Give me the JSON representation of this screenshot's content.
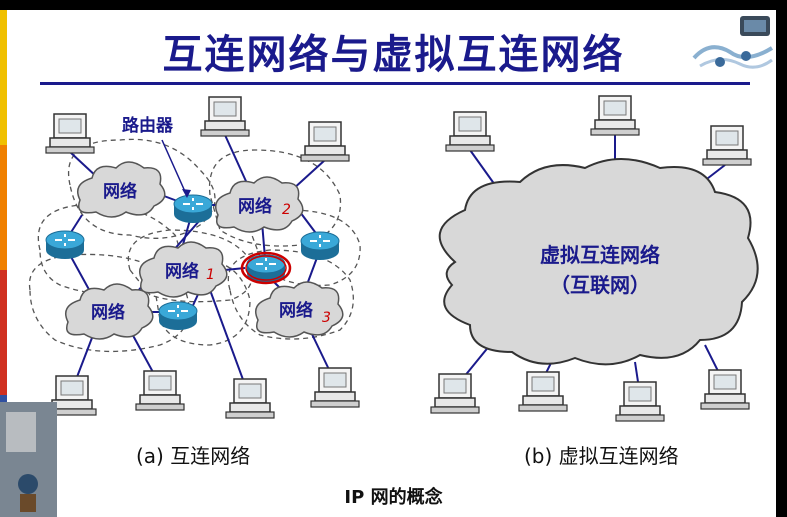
{
  "title": "互连网络与虚拟互连网络",
  "router_label": "路由器",
  "network_label": "网络",
  "annotations": {
    "mark_1": "1",
    "mark_2": "2",
    "mark_3": "3"
  },
  "virtual_cloud": {
    "line1": "虚拟互连网络",
    "line2": "（互联网）"
  },
  "caption_a": "(a) 互连网络",
  "caption_b": "(b) 虚拟互连网络",
  "footer": "IP 网的概念",
  "colors": {
    "title": "#1a1a8c",
    "label": "#1a1a8c",
    "router": "#2a96c8",
    "cloud_fill": "#d8d8d8",
    "annotation": "#cc0000",
    "left_bar": [
      "#f0c000",
      "#f08000",
      "#d03020",
      "#3050a0"
    ]
  }
}
